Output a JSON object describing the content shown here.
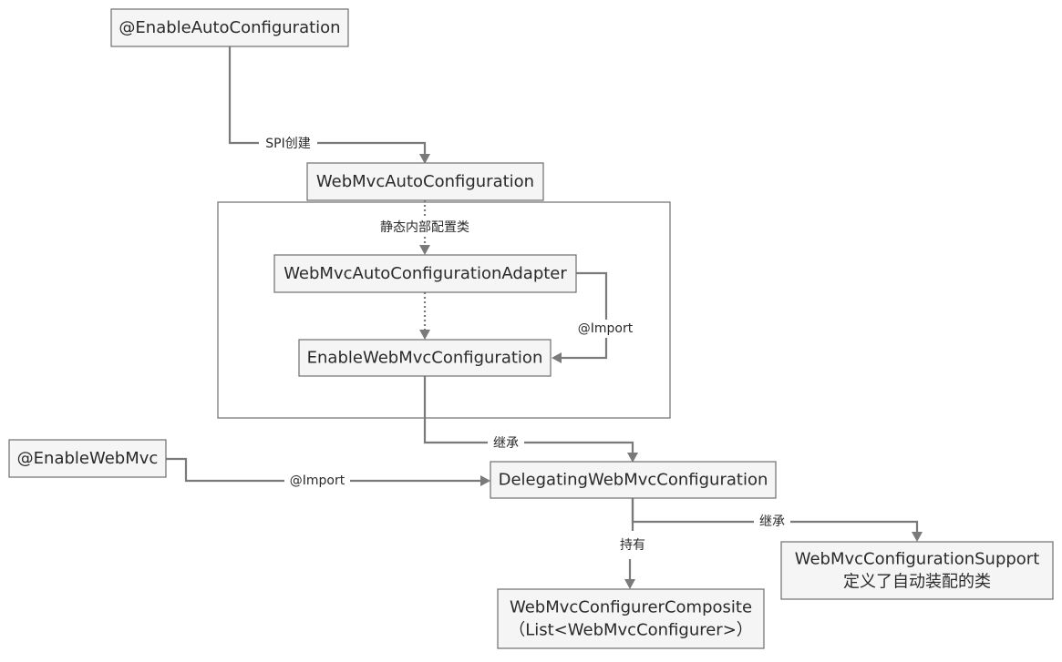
{
  "nodes": {
    "enable_auto_configuration": "@EnableAutoConfiguration",
    "webmvc_auto_configuration": "WebMvcAutoConfiguration",
    "webmvc_auto_configuration_adapter": "WebMvcAutoConfigurationAdapter",
    "enable_webmvc_configuration": "EnableWebMvcConfiguration",
    "enable_webmvc": "@EnableWebMvc",
    "delegating_webmvc_configuration": "DelegatingWebMvcConfiguration",
    "webmvc_configuration_support": {
      "line1": "WebMvcConfigurationSupport",
      "line2": "定义了自动装配的类"
    },
    "webmvc_configurer_composite": {
      "line1": "WebMvcConfigurerComposite",
      "line2": "（List<WebMvcConfigurer>）"
    }
  },
  "edges": {
    "spi_create": "SPI创建",
    "static_inner_config": "静态内部配置类",
    "import_adapter": "@Import",
    "inherit_delegating": "继承",
    "import_enable_webmvc": "@Import",
    "inherit_support": "继承",
    "holds": "持有"
  }
}
